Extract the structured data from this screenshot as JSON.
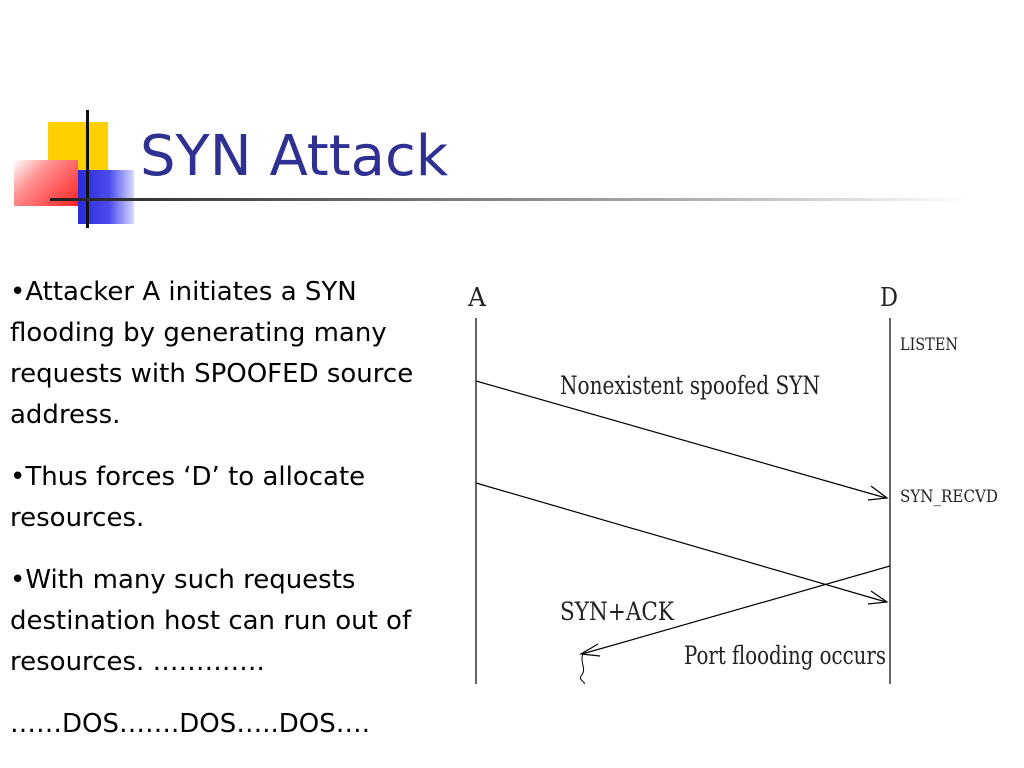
{
  "slide": {
    "title": "SYN Attack",
    "bullets": [
      "•Attacker A initiates a SYN flooding by generating many requests with SPOOFED source address.",
      "•Thus forces ‘D’ to allocate resources.",
      "•With many such requests destination host can run out of resources. ………….",
      "……DOS…….DOS…..DOS…."
    ]
  },
  "diagram": {
    "host_a": "A",
    "host_d": "D",
    "state_listen": "LISTEN",
    "state_syn_recvd": "SYN_RECVD",
    "msg_spoofed": "Nonexistent spoofed SYN",
    "msg_synack": "SYN+ACK",
    "msg_port_flooding": "Port flooding occurs"
  }
}
